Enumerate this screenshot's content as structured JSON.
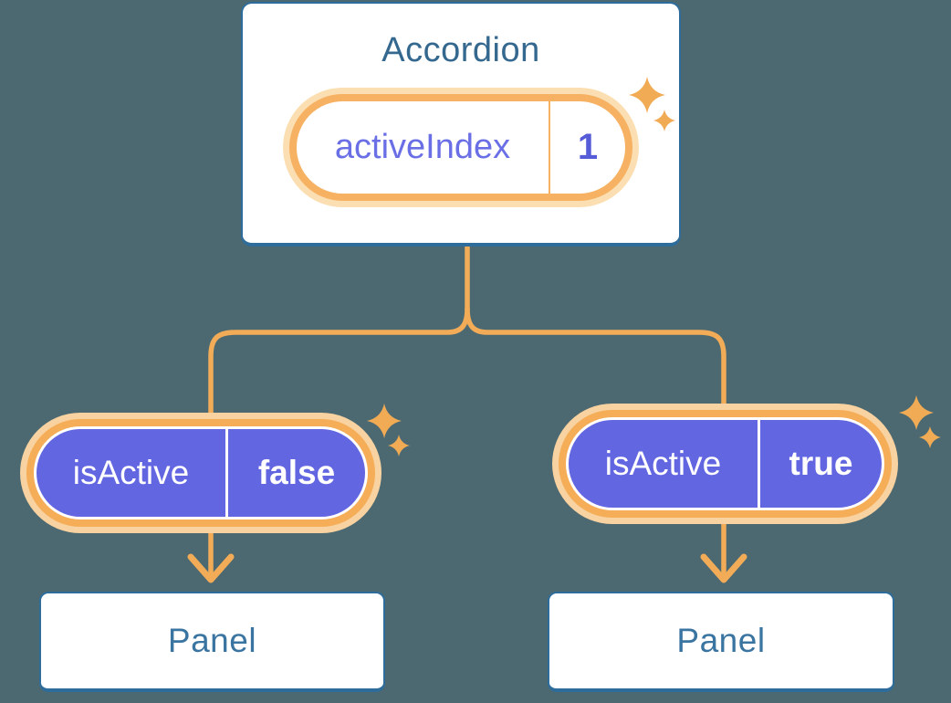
{
  "diagram": {
    "description": "React component tree diagram: Accordion holding state, passing props to two Panels",
    "background_color": "#4C6972",
    "colors": {
      "connector_orange": "#F2AC57",
      "ring_orange": "#F5AD58",
      "halo_cream": "#F8D2A0",
      "pill_purple": "#6366E1",
      "state_label_purple": "#6B6FE6",
      "state_value_purple": "#565CD8",
      "heading_blue": "#34688F",
      "card_border_blue": "#2E6D9B",
      "card_white": "#FFFFFF"
    }
  },
  "accordion": {
    "title": "Accordion",
    "state_pill": {
      "label": "activeIndex",
      "value": "1"
    }
  },
  "prop_pills": [
    {
      "label": "isActive",
      "value": "false"
    },
    {
      "label": "isActive",
      "value": "true"
    }
  ],
  "panels": [
    {
      "label": "Panel"
    },
    {
      "label": "Panel"
    }
  ],
  "icons": {
    "sparkle": "sparkle-icon",
    "arrow": "arrow-down-icon"
  }
}
